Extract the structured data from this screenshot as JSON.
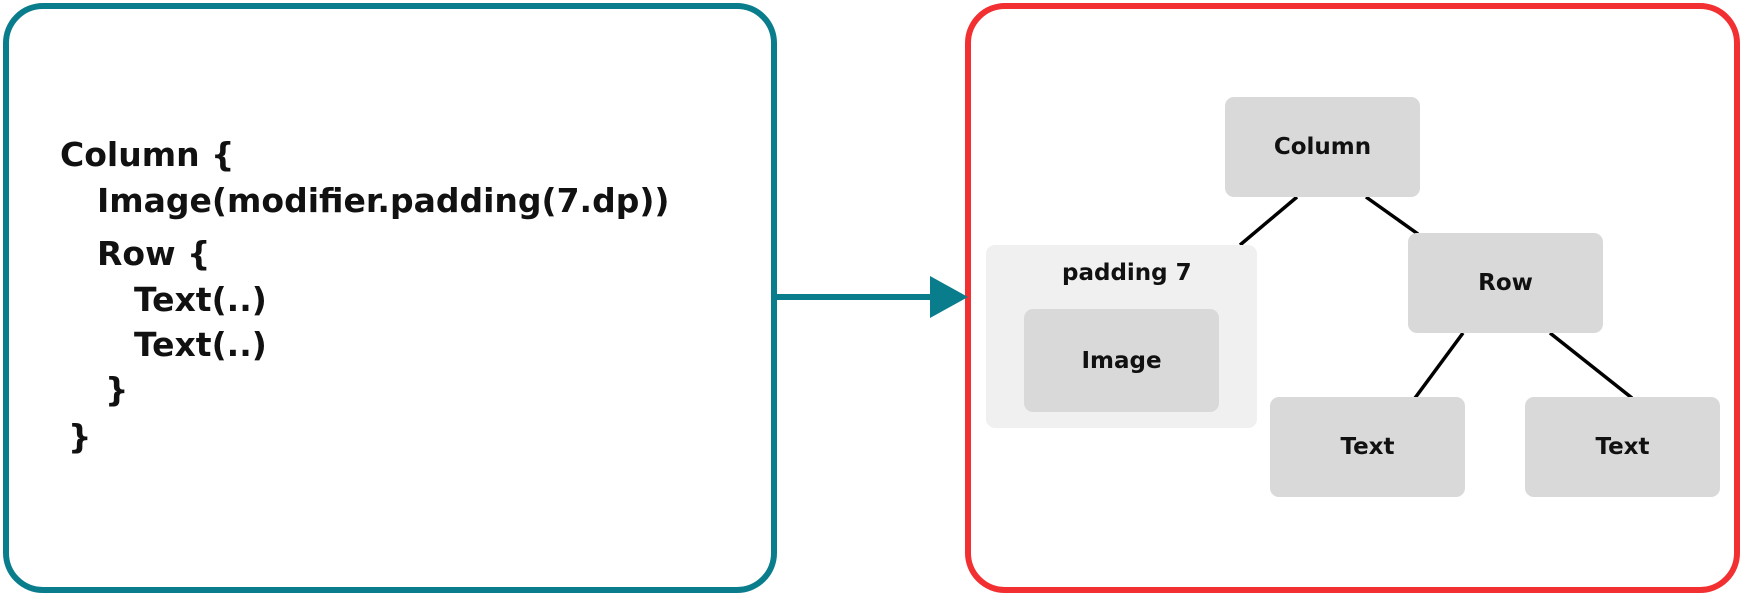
{
  "colors": {
    "code_panel_border": "#0a7d8c",
    "tree_panel_border": "#f23031",
    "arrow": "#0a7d8c",
    "node_fill": "#d9d9d9",
    "modifier_fill": "#f0f0f0",
    "edge": "#000000"
  },
  "code": {
    "lines": [
      "Column {",
      "Image(modifier.padding(7.dp))",
      "Row {",
      "Text(..)",
      "Text(..)",
      "}",
      "}"
    ]
  },
  "tree": {
    "column_label": "Column",
    "row_label": "Row",
    "padding_label": "padding 7",
    "image_label": "Image",
    "text_label_1": "Text",
    "text_label_2": "Text"
  }
}
